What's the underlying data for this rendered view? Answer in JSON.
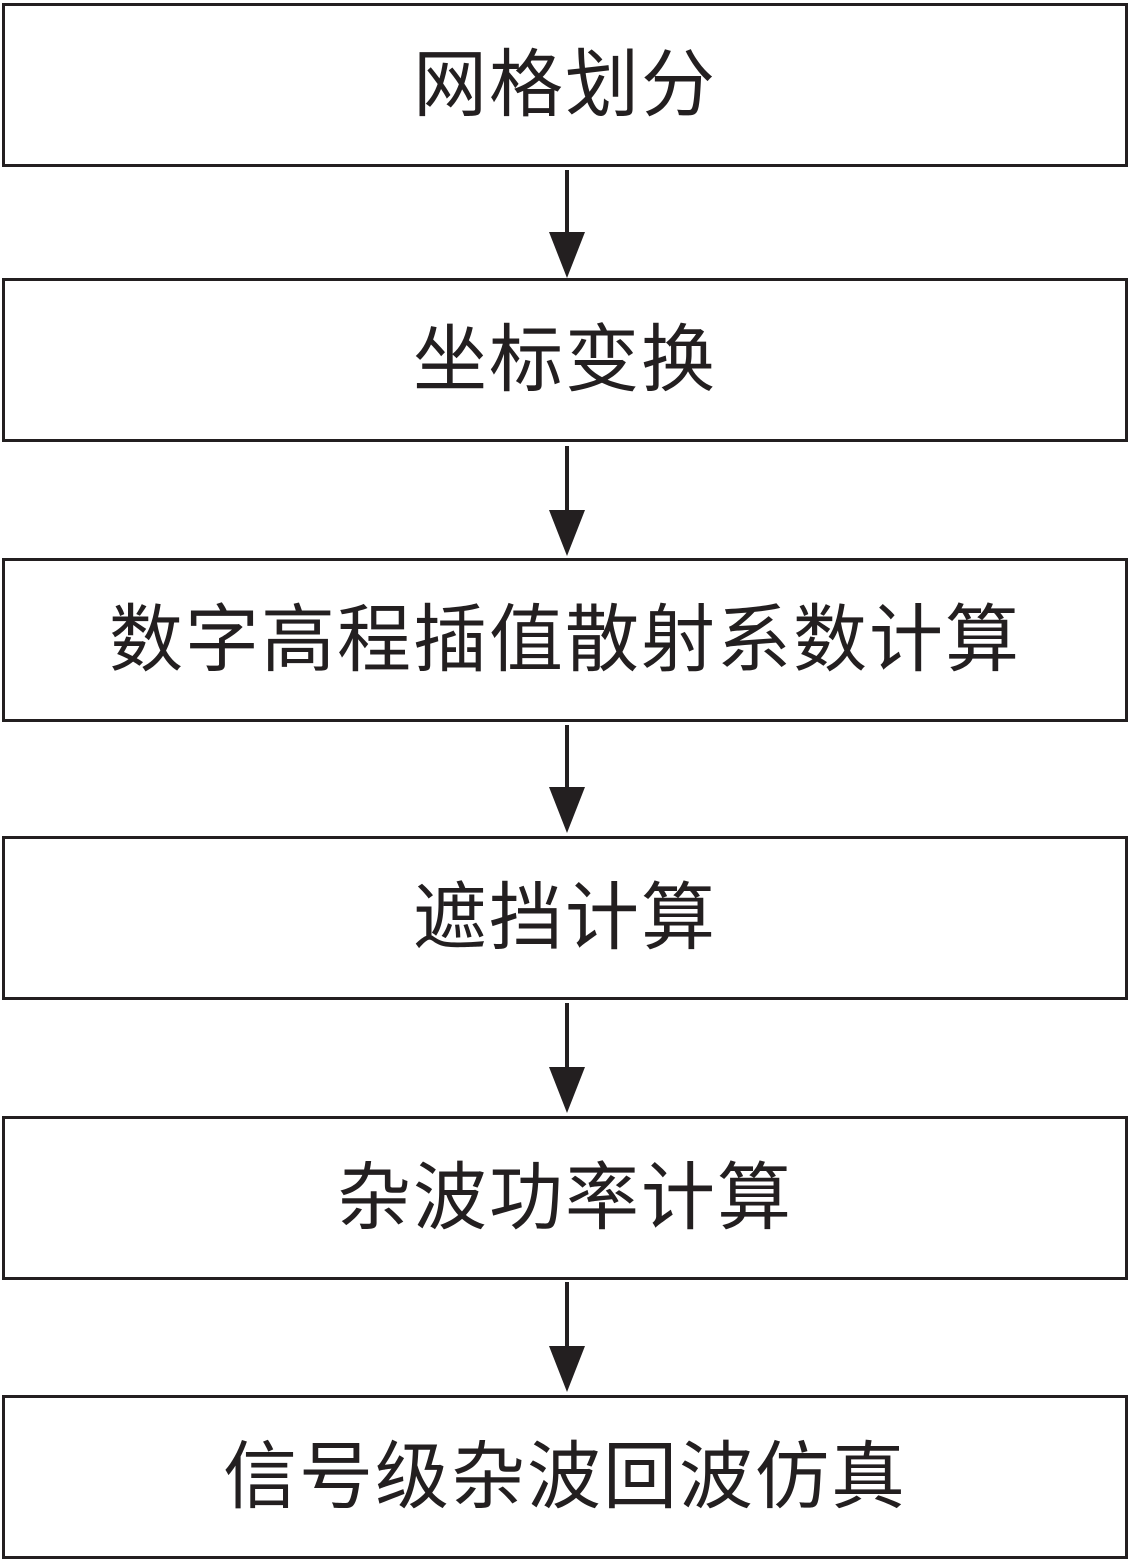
{
  "flowchart": {
    "steps": [
      {
        "label": "网格划分"
      },
      {
        "label": "坐标变换"
      },
      {
        "label": "数字高程插值散射系数计算"
      },
      {
        "label": "遮挡计算"
      },
      {
        "label": "杂波功率计算"
      },
      {
        "label": "信号级杂波回波仿真"
      }
    ]
  },
  "colors": {
    "stroke": "#231f20",
    "background": "#ffffff"
  }
}
